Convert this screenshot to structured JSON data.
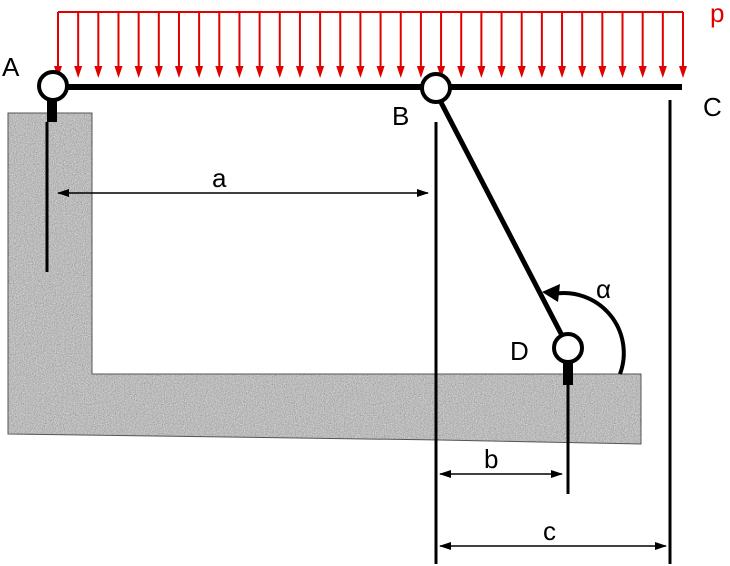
{
  "labels": {
    "A": "A",
    "B": "B",
    "C": "C",
    "D": "D",
    "p": "p",
    "a": "a",
    "b": "b",
    "c": "c",
    "alpha": "α"
  },
  "colors": {
    "load": "#e00000",
    "structure": "#000000",
    "ground_base": "#b4b4b4"
  }
}
